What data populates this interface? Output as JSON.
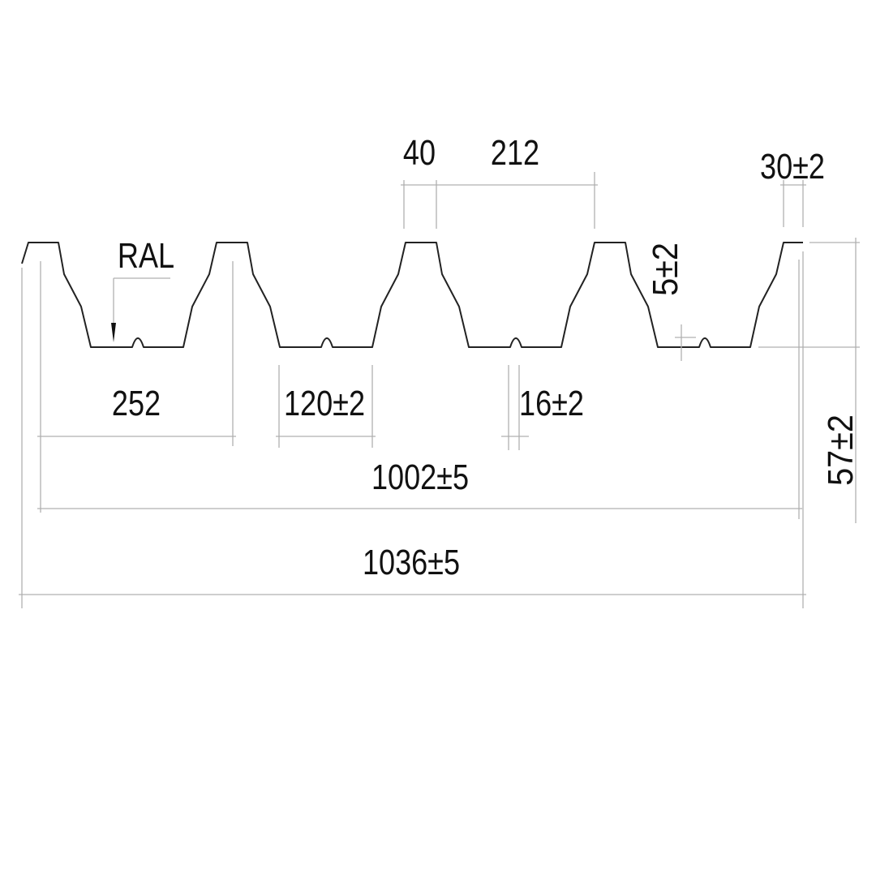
{
  "drawing": {
    "top_widths": {
      "crest": "40",
      "pitch": "212",
      "edge": "30±2"
    },
    "coating_label": "RAL",
    "bottom_widths": {
      "pitch": "252",
      "trough": "120±2",
      "rib": "16±2"
    },
    "overall": {
      "effective_width": "1002±5",
      "total_width": "1036±5"
    },
    "heights": {
      "rib_height": "5±2",
      "profile_height": "57±2"
    }
  }
}
